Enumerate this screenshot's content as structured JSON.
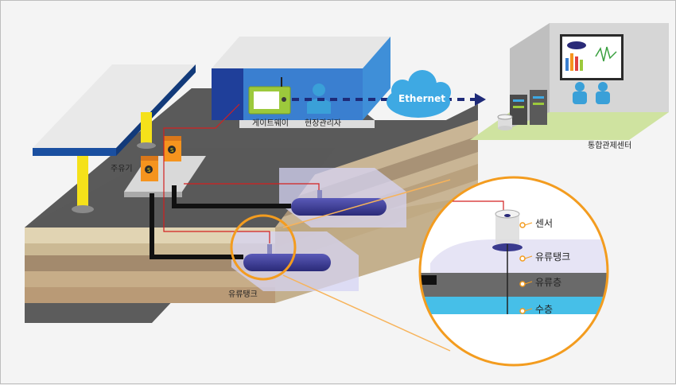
{
  "labels": {
    "dispenser": "주유기",
    "gateway": "게이트웨이",
    "site_manager": "현장관리자",
    "network": "Ethernet",
    "control_center": "통합관제센터",
    "oil_tank": "유류탱크",
    "sensor": "센서",
    "oil_tank_zoom": "유류탱크",
    "oil_layer": "유류층",
    "water_layer": "수층"
  },
  "colors": {
    "canopy_blue": "#1a4fa0",
    "pillar_yellow": "#f5e11a",
    "dispenser_orange": "#f5941e",
    "callout_orange": "#f39c1f",
    "network_navy": "#1e2a78",
    "cloud_blue": "#3ea9e3",
    "grass_green": "#cfe3a0",
    "water_cyan": "#46bfe8",
    "tank_purple": "#3a3a8e"
  },
  "icons": [
    "gateway-monitor-icon",
    "person-icon",
    "cloud-icon",
    "server-icon",
    "database-icon",
    "arrow-right-icon"
  ]
}
